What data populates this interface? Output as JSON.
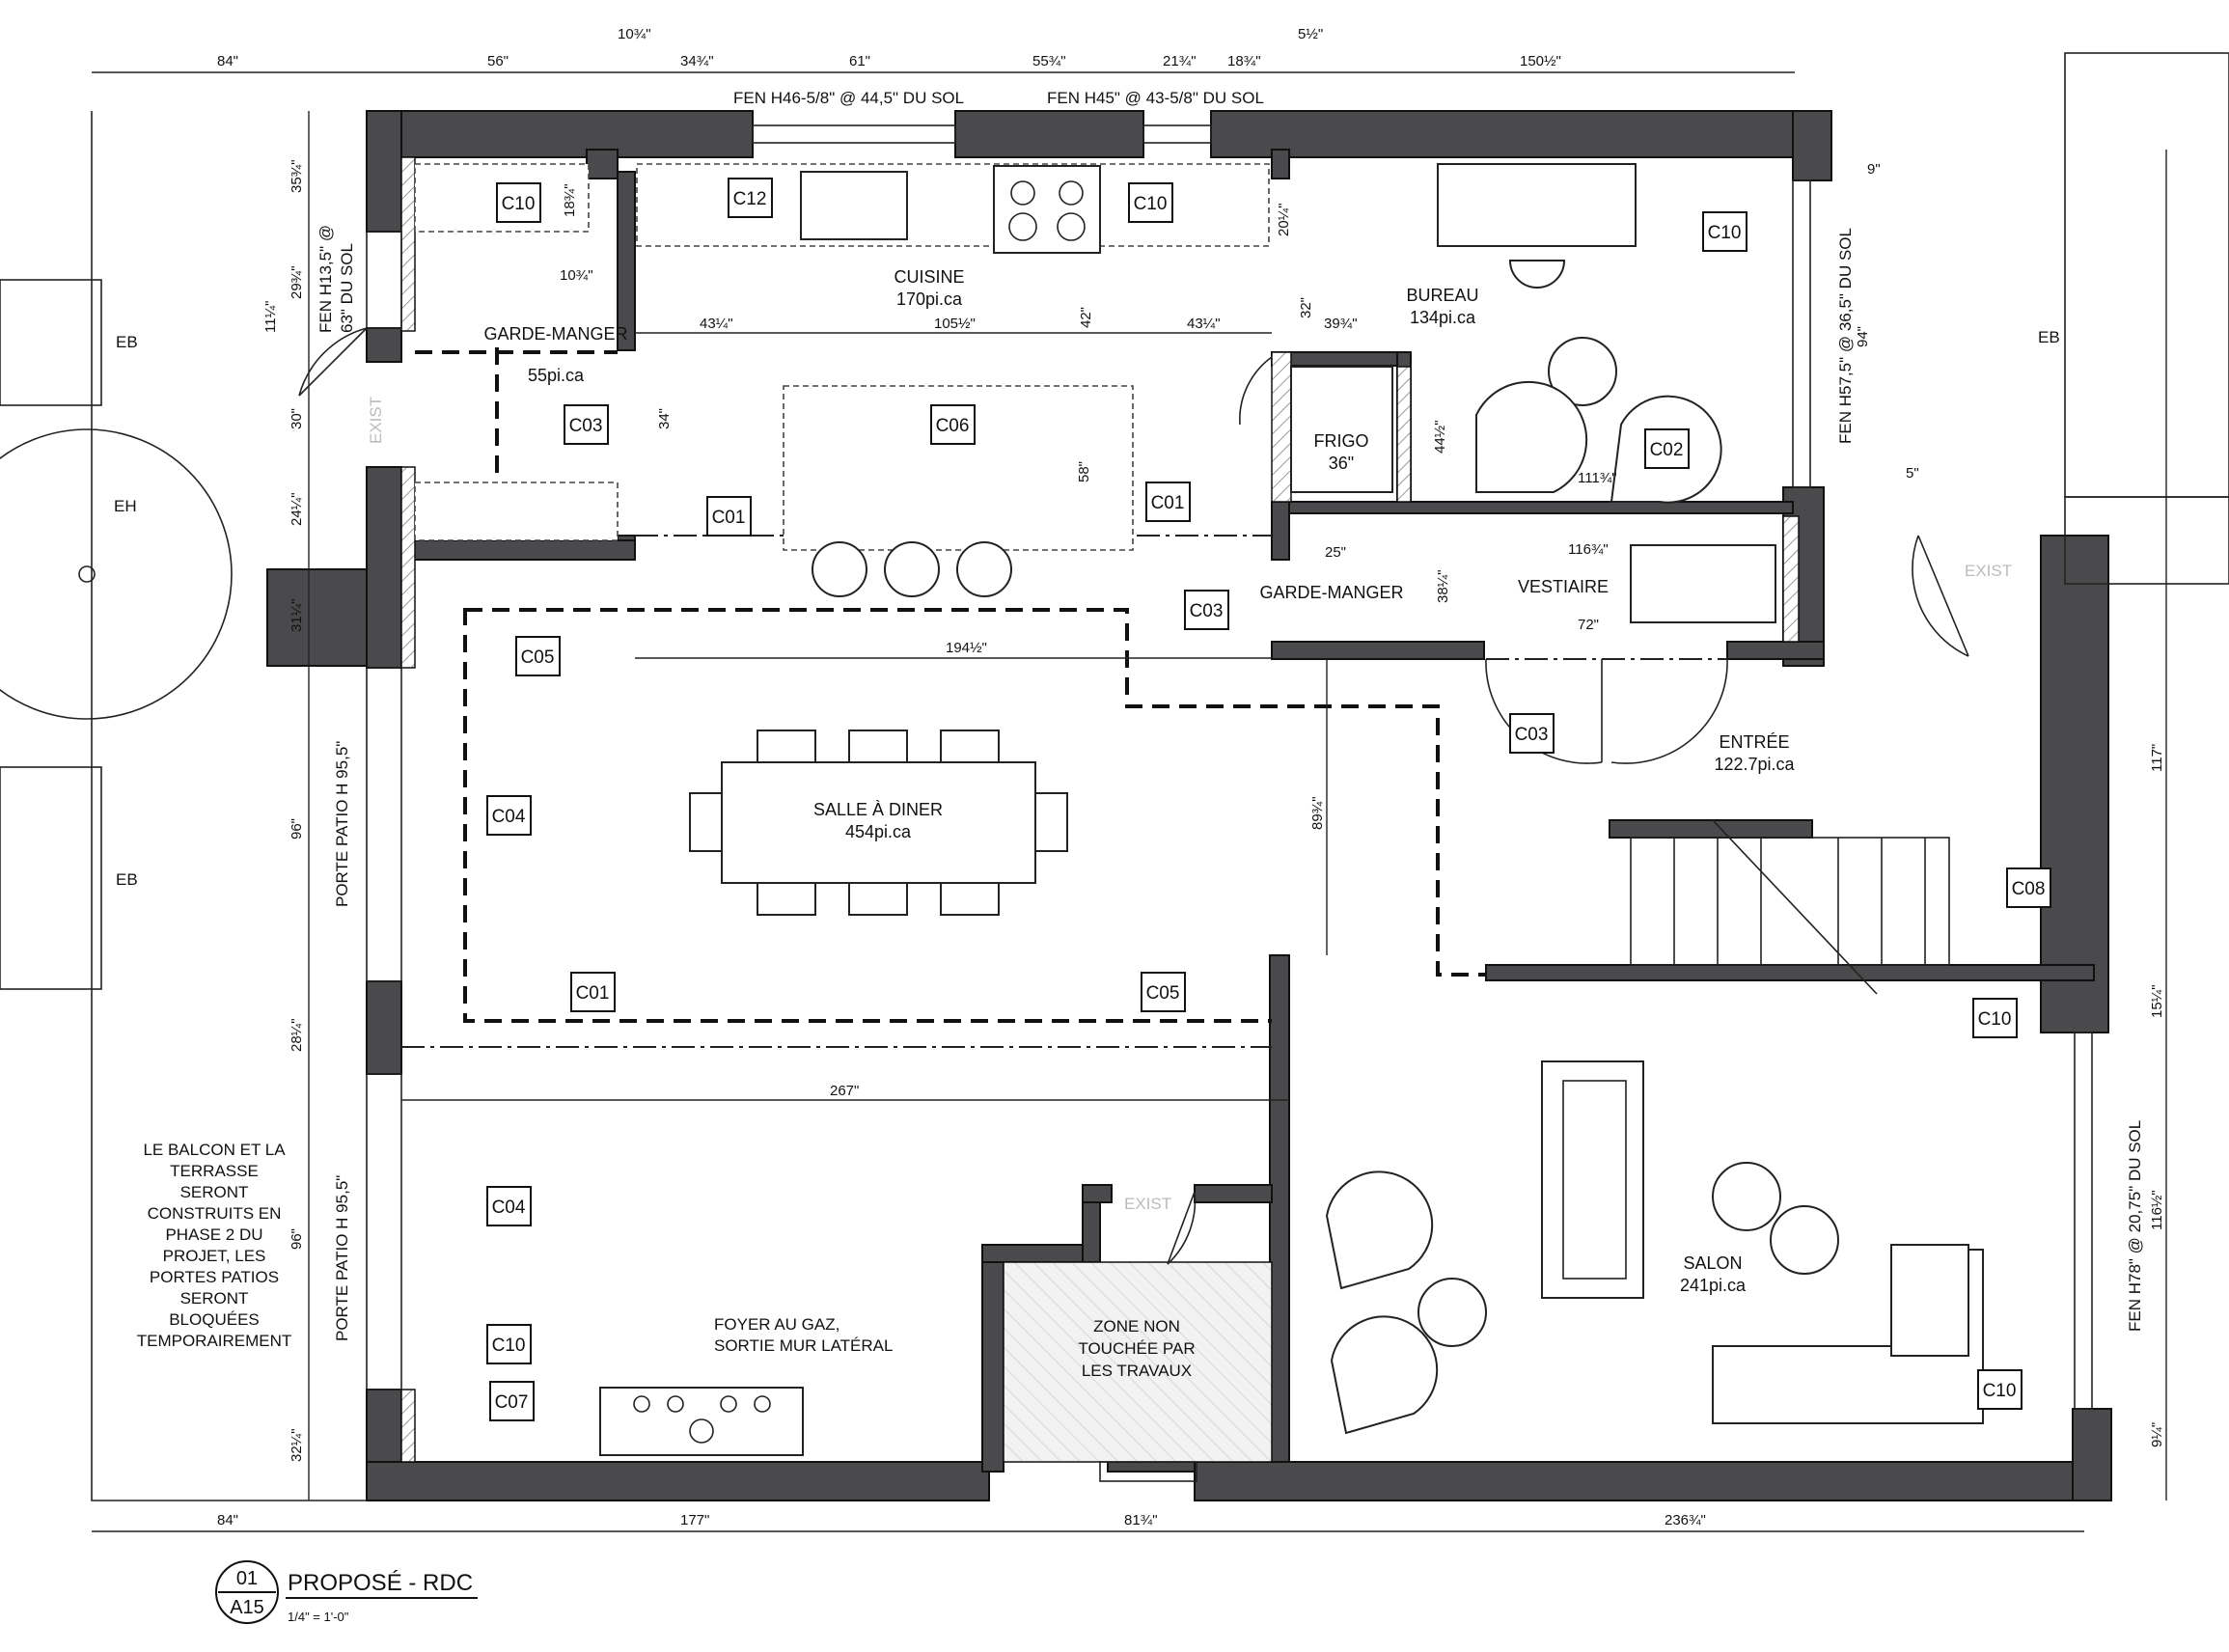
{
  "plan_title": "PROPOSÉ - RDC",
  "view_number": "01",
  "sheet_number": "A15",
  "scale": "1/4\" = 1'-0\"",
  "rooms": [
    {
      "name": "CUISINE",
      "area": "170pi.ca"
    },
    {
      "name": "BUREAU",
      "area": "134pi.ca"
    },
    {
      "name": "GARDE-MANGER",
      "area": "55pi.ca"
    },
    {
      "name": "FRIGO",
      "area": "36\""
    },
    {
      "name": "GARDE-MANGER",
      "area": ""
    },
    {
      "name": "VESTIAIRE",
      "area": ""
    },
    {
      "name": "SALLE À DINER",
      "area": "454pi.ca"
    },
    {
      "name": "ENTRÉE",
      "area": "122.7pi.ca"
    },
    {
      "name": "SALON",
      "area": "241pi.ca"
    }
  ],
  "tags": [
    "C10",
    "C12",
    "C10",
    "C10",
    "C03",
    "C06",
    "C01",
    "C02",
    "C01",
    "C03",
    "C05",
    "C04",
    "C03",
    "C08",
    "C01",
    "C05",
    "C10",
    "C04",
    "C10",
    "C07",
    "C10"
  ],
  "windows": {
    "top_left": "FEN H46-5/8\" @ 44,5\" DU SOL",
    "top_right": "FEN H45\" @ 43-5/8\" DU SOL",
    "left_line1": "FEN H13,5\" @",
    "left_line2": "63\" DU SOL",
    "right_office": "FEN H57,5\" @ 36,5\" DU SOL",
    "right_salon": "FEN H78\" @ 20,75\" DU SOL",
    "patio_upper": "PORTE PATIO H 95,5\"",
    "patio_lower": "PORTE PATIO H 95,5\""
  },
  "labels": {
    "exist": "EXIST",
    "eb": "EB",
    "eh": "EH",
    "foyer_line1": "FOYER AU GAZ,",
    "foyer_line2": "SORTIE MUR LATÉRAL",
    "zone_line1": "ZONE NON",
    "zone_line2": "TOUCHÉE PAR",
    "zone_line3": "LES TRAVAUX",
    "balcon_note": [
      "LE BALCON ET LA",
      "TERRASSE",
      "SERONT",
      "CONSTRUITS EN",
      "PHASE 2 DU",
      "PROJET, LES",
      "PORTES PATIOS",
      "SERONT",
      "BLOQUÉES",
      "TEMPORAIREMENT"
    ]
  },
  "dimensions": {
    "top": [
      "84\"",
      "56\"",
      "10¾\"",
      "34¾\"",
      "61\"",
      "55¾\"",
      "21¾\"",
      "18¾\"",
      "5½\"",
      "150½\""
    ],
    "bottom": [
      "84\"",
      "177\"",
      "81¾\"",
      "236¾\""
    ],
    "interior": [
      "43¼\"",
      "105½\"",
      "43¼\"",
      "42\"",
      "32\"",
      "39¾\"",
      "34\"",
      "58\"",
      "194½\"",
      "267\"",
      "89¾\"",
      "25\"",
      "116¾\"",
      "72\"",
      "111¾\"",
      "44½\"",
      "38¼\"",
      "20¼\"",
      "18¾\"",
      "10¾\""
    ],
    "left": [
      "35¾\"",
      "29¾\"",
      "11¼\"",
      "30\"",
      "24¼\"",
      "31¼\"",
      "96\"",
      "28¼\"",
      "96\"",
      "32¼\""
    ],
    "right": [
      "9\"",
      "94\"",
      "5\"",
      "117\"",
      "15¼\"",
      "116½\"",
      "9¼\""
    ]
  },
  "colors": {
    "wall": "#4a4a4c",
    "line": "#111111"
  }
}
